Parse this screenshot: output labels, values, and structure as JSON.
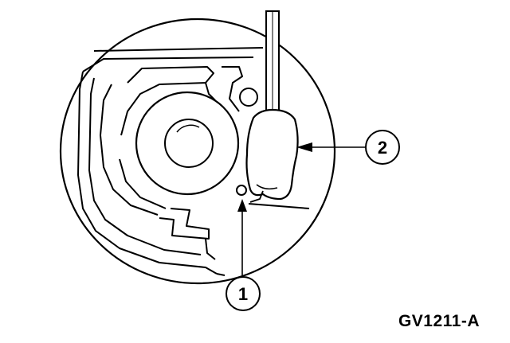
{
  "figure": {
    "code": "GV1211-A"
  },
  "callouts": [
    {
      "number": "1"
    },
    {
      "number": "2"
    }
  ]
}
